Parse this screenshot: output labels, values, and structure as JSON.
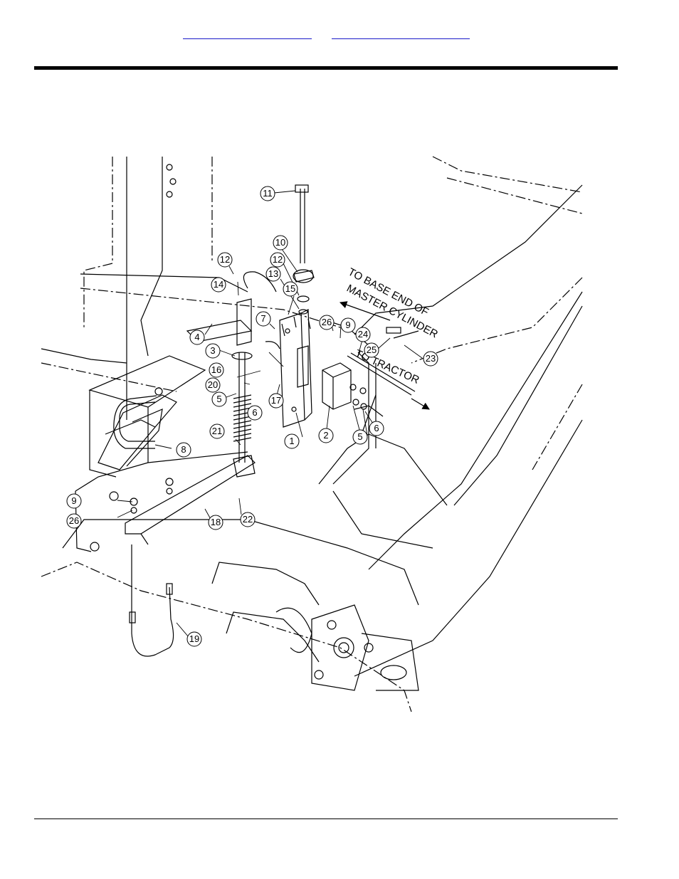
{
  "header": {
    "link_left": "",
    "link_right": ""
  },
  "diagram": {
    "callouts": [
      {
        "id": "c1",
        "label": "1"
      },
      {
        "id": "c2",
        "label": "2"
      },
      {
        "id": "c3",
        "label": "3"
      },
      {
        "id": "c4",
        "label": "4"
      },
      {
        "id": "c5a",
        "label": "5"
      },
      {
        "id": "c5b",
        "label": "5"
      },
      {
        "id": "c6a",
        "label": "6"
      },
      {
        "id": "c6b",
        "label": "6"
      },
      {
        "id": "c7",
        "label": "7"
      },
      {
        "id": "c8",
        "label": "8"
      },
      {
        "id": "c9a",
        "label": "9"
      },
      {
        "id": "c9b",
        "label": "9"
      },
      {
        "id": "c10",
        "label": "10"
      },
      {
        "id": "c11",
        "label": "11"
      },
      {
        "id": "c12a",
        "label": "12"
      },
      {
        "id": "c12b",
        "label": "12"
      },
      {
        "id": "c13",
        "label": "13"
      },
      {
        "id": "c14",
        "label": "14"
      },
      {
        "id": "c15",
        "label": "15"
      },
      {
        "id": "c16",
        "label": "16"
      },
      {
        "id": "c17",
        "label": "17"
      },
      {
        "id": "c18",
        "label": "18"
      },
      {
        "id": "c19",
        "label": "19"
      },
      {
        "id": "c20",
        "label": "20"
      },
      {
        "id": "c21",
        "label": "21"
      },
      {
        "id": "c22",
        "label": "22"
      },
      {
        "id": "c23",
        "label": "23"
      },
      {
        "id": "c24",
        "label": "24"
      },
      {
        "id": "c25",
        "label": "25"
      },
      {
        "id": "c26a",
        "label": "26"
      },
      {
        "id": "c26b",
        "label": "26"
      }
    ],
    "note_master_line1": "TO BASE END OF",
    "note_master_line2": "MASTER CYLINDER",
    "note_tractor": "TO TRACTOR"
  }
}
